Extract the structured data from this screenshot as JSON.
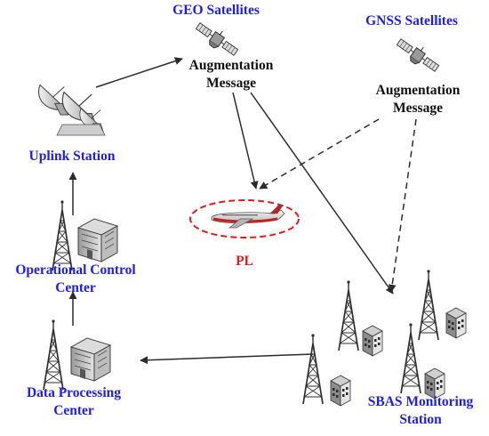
{
  "nodes": {
    "geo_satellites": "GEO Satellites",
    "gnss_satellites": "GNSS Satellites",
    "geo_message_line1": "Augmentation",
    "geo_message_line2": "Message",
    "gnss_message_line1": "Augmentation",
    "gnss_message_line2": "Message",
    "uplink_station": "Uplink Station",
    "occ_line1": "Operational Control",
    "occ_line2": "Center",
    "dpc_line1": "Data Processing",
    "dpc_line2": "Center",
    "sbas_line1": "SBAS Monitoring",
    "sbas_line2": "Station",
    "aircraft_label": "PL"
  },
  "colors": {
    "label_blue": "#1d1df0",
    "label_red": "#e11a1a",
    "arrow": "#2b2b2b"
  }
}
